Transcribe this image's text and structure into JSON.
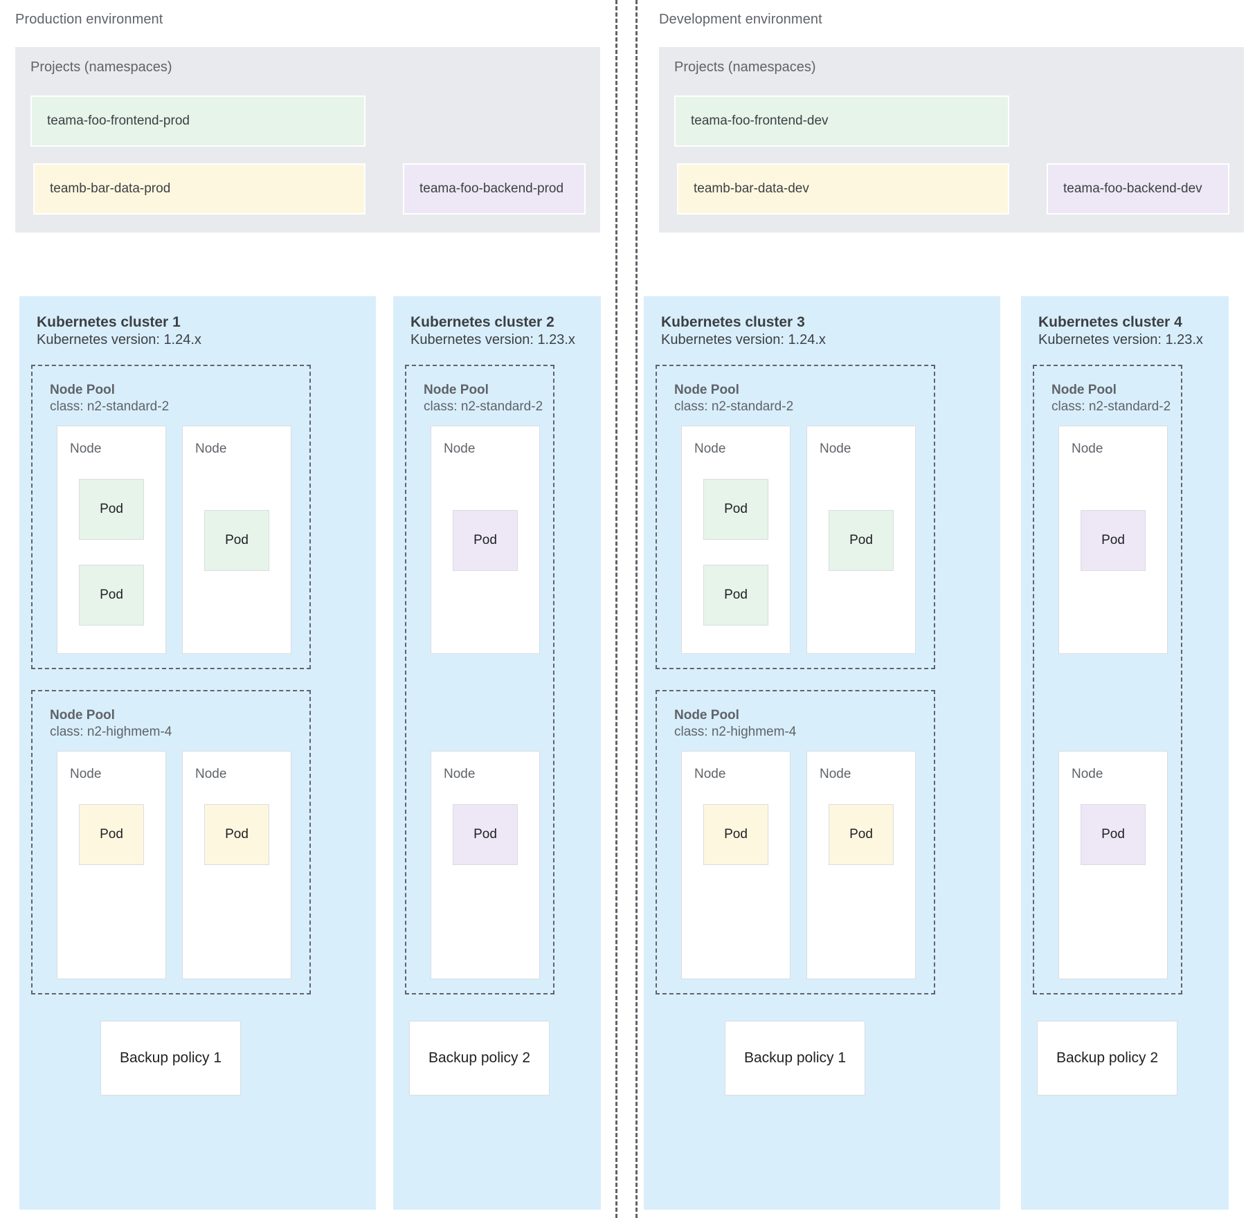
{
  "environments": [
    {
      "id": "production",
      "title": "Production environment",
      "projects": {
        "label": "Projects (namespaces)",
        "items": [
          {
            "name": "teama-foo-frontend-prod",
            "color": "green"
          },
          {
            "name": "teamb-bar-data-prod",
            "color": "yellow"
          },
          {
            "name": "teama-foo-backend-prod",
            "color": "purple"
          }
        ]
      },
      "clusters": [
        {
          "title": "Kubernetes cluster 1",
          "version": "Kubernetes version: 1.24.x",
          "pools": [
            {
              "label": "Node Pool",
              "class": "class: n2-standard-2",
              "nodes": [
                {
                  "label": "Node",
                  "pods": [
                    {
                      "label": "Pod",
                      "color": "green"
                    },
                    {
                      "label": "Pod",
                      "color": "green"
                    }
                  ]
                },
                {
                  "label": "Node",
                  "pods": [
                    {
                      "label": "Pod",
                      "color": "green"
                    }
                  ]
                }
              ]
            },
            {
              "label": "Node Pool",
              "class": "class: n2-highmem-4",
              "nodes": [
                {
                  "label": "Node",
                  "pods": [
                    {
                      "label": "Pod",
                      "color": "yellow"
                    }
                  ]
                },
                {
                  "label": "Node",
                  "pods": [
                    {
                      "label": "Pod",
                      "color": "yellow"
                    }
                  ]
                }
              ]
            }
          ],
          "backup": "Backup policy 1"
        },
        {
          "title": "Kubernetes cluster 2",
          "version": "Kubernetes version: 1.23.x",
          "pools": [
            {
              "label": "Node Pool",
              "class": "class: n2-standard-2",
              "nodes": [
                {
                  "label": "Node",
                  "pods": [
                    {
                      "label": "Pod",
                      "color": "purple"
                    }
                  ]
                }
              ]
            },
            {
              "label": "",
              "class": "",
              "nodes": [
                {
                  "label": "Node",
                  "pods": [
                    {
                      "label": "Pod",
                      "color": "purple"
                    }
                  ]
                }
              ]
            }
          ],
          "backup": "Backup policy 2"
        }
      ]
    },
    {
      "id": "development",
      "title": "Development environment",
      "projects": {
        "label": "Projects (namespaces)",
        "items": [
          {
            "name": "teama-foo-frontend-dev",
            "color": "green"
          },
          {
            "name": "teamb-bar-data-dev",
            "color": "yellow"
          },
          {
            "name": "teama-foo-backend-dev",
            "color": "purple"
          }
        ]
      },
      "clusters": [
        {
          "title": "Kubernetes cluster 3",
          "version": "Kubernetes version: 1.24.x",
          "pools": [
            {
              "label": "Node Pool",
              "class": "class: n2-standard-2",
              "nodes": [
                {
                  "label": "Node",
                  "pods": [
                    {
                      "label": "Pod",
                      "color": "green"
                    },
                    {
                      "label": "Pod",
                      "color": "green"
                    }
                  ]
                },
                {
                  "label": "Node",
                  "pods": [
                    {
                      "label": "Pod",
                      "color": "green"
                    }
                  ]
                }
              ]
            },
            {
              "label": "Node Pool",
              "class": "class: n2-highmem-4",
              "nodes": [
                {
                  "label": "Node",
                  "pods": [
                    {
                      "label": "Pod",
                      "color": "yellow"
                    }
                  ]
                },
                {
                  "label": "Node",
                  "pods": [
                    {
                      "label": "Pod",
                      "color": "yellow"
                    }
                  ]
                }
              ]
            }
          ],
          "backup": "Backup policy 1"
        },
        {
          "title": "Kubernetes cluster 4",
          "version": "Kubernetes version: 1.23.x",
          "pools": [
            {
              "label": "Node Pool",
              "class": "class: n2-standard-2",
              "nodes": [
                {
                  "label": "Node",
                  "pods": [
                    {
                      "label": "Pod",
                      "color": "purple"
                    }
                  ]
                }
              ]
            },
            {
              "label": "",
              "class": "",
              "nodes": [
                {
                  "label": "Node",
                  "pods": [
                    {
                      "label": "Pod",
                      "color": "purple"
                    }
                  ]
                }
              ]
            }
          ],
          "backup": "Backup policy 2"
        }
      ]
    }
  ],
  "colors": {
    "green": "#e6f4ea",
    "yellow": "#fef7e0",
    "purple": "#ede7f6",
    "cluster_bg": "#d9eefb",
    "projects_bg": "#e8eaed",
    "border": "#dadce0",
    "text": "#3c4043",
    "muted_text": "#5f6368"
  }
}
